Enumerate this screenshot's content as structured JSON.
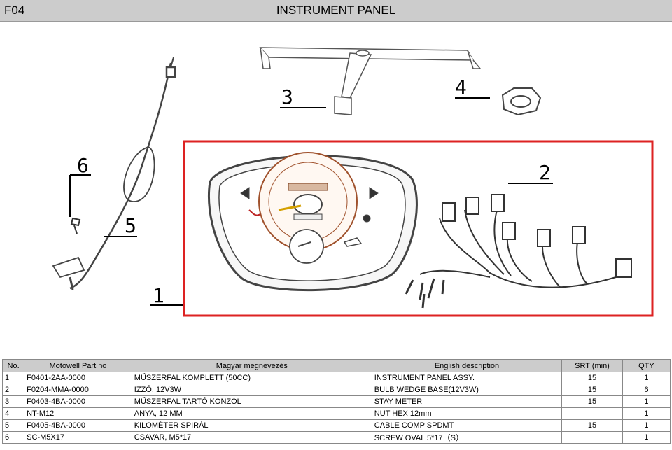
{
  "header": {
    "code": "F04",
    "title": "INSTRUMENT PANEL"
  },
  "callouts": {
    "1": "1",
    "2": "2",
    "3": "3",
    "4": "4",
    "5": "5",
    "6": "6"
  },
  "columns": [
    "No.",
    "Motowell Part no",
    "Magyar megnevezés",
    "English description",
    "SRT (min)",
    "QTY"
  ],
  "rows": [
    {
      "no": "1",
      "part": "F0401-2AA-0000",
      "hu": "MŰSZERFAL KOMPLETT (50CC)",
      "en": "INSTRUMENT PANEL ASSY.",
      "srt": "15",
      "qty": "1"
    },
    {
      "no": "2",
      "part": "F0204-MMA-0000",
      "hu": "IZZÓ, 12V3W",
      "en": "BULB WEDGE BASE(12V3W)",
      "srt": "15",
      "qty": "6"
    },
    {
      "no": "3",
      "part": "F0403-4BA-0000",
      "hu": "MŰSZERFAL TARTÓ KONZOL",
      "en": "STAY METER",
      "srt": "15",
      "qty": "1"
    },
    {
      "no": "4",
      "part": "NT-M12",
      "hu": "ANYA, 12 MM",
      "en": "NUT HEX 12mm",
      "srt": "",
      "qty": "1"
    },
    {
      "no": "5",
      "part": "F0405-4BA-0000",
      "hu": "KILOMÉTER SPIRÁL",
      "en": "CABLE COMP SPDMT",
      "srt": "15",
      "qty": "1"
    },
    {
      "no": "6",
      "part": "SC-M5X17",
      "hu": "CSAVAR, M5*17",
      "en": "SCREW OVAL 5*17（S）",
      "srt": "",
      "qty": "1"
    }
  ],
  "colors": {
    "highlight_box": "#dd2222",
    "header_bg": "#cccccc"
  }
}
